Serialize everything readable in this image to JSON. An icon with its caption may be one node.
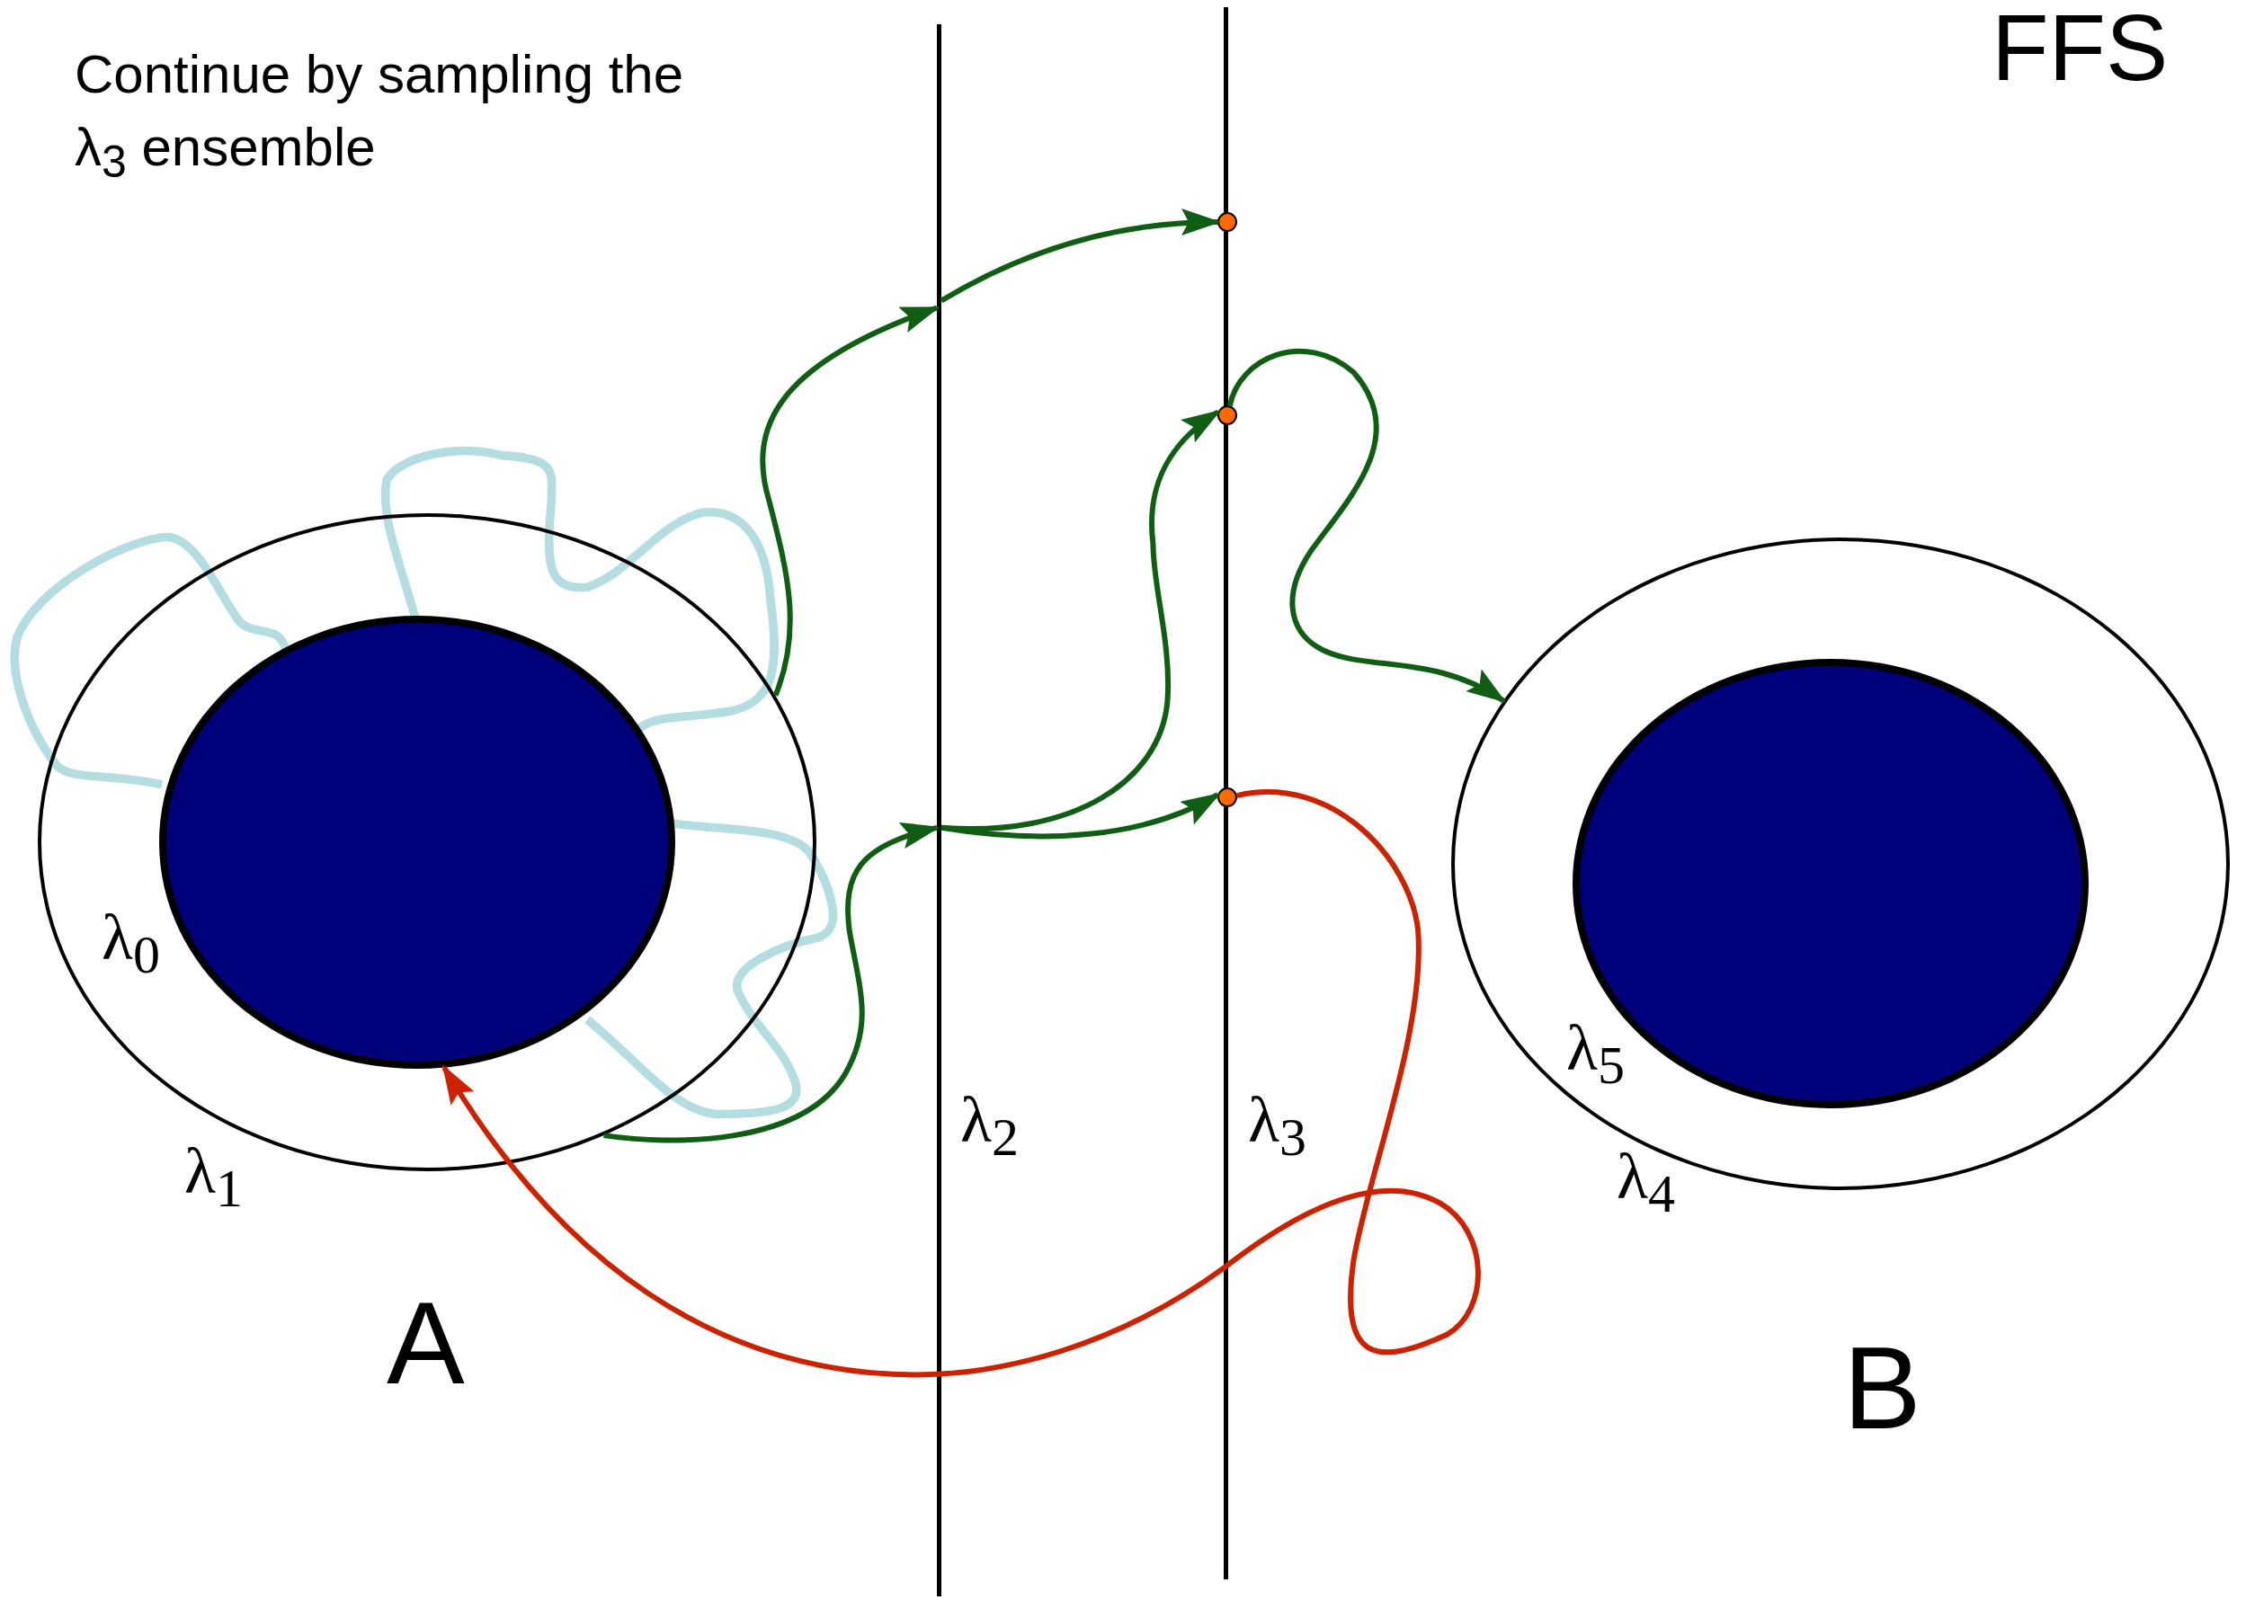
{
  "diagram": {
    "nodes": [
      {
        "text": [],
        "shape": "circle",
        "beside": [
          "λ$_{1}$"
        ]
      },
      {
        "text": [],
        "shape": "circle",
        "in": 0,
        "beside": [
          "λ$_{0}$"
        ]
      },
      {
        "text": [],
        "shape": "bar",
        "beside": [
          "λ$_{2}$"
        ]
      },
      {
        "text": [],
        "shape": "bar",
        "beside": [
          "λ$_{3}$"
        ]
      },
      {
        "text": [],
        "shape": "circle",
        "beside": [
          "λ$_{4}$"
        ]
      },
      {
        "text": [],
        "shape": "circle",
        "in": 4
      },
      {
        "text": [],
        "shape": "circle"
      },
      {
        "text": [],
        "shape": "circle"
      },
      {
        "text": [],
        "shape": "circle"
      }
    ],
    "edges": [
      {
        "from": 0,
        "to": 2,
        "arrow": "to"
      },
      {
        "from": 2,
        "to": 6,
        "arrow": "to"
      },
      {
        "from": 0,
        "to": 2,
        "arrow": "to"
      },
      {
        "from": 2,
        "to": 7,
        "arrow": "to"
      },
      {
        "from": 2,
        "to": 8,
        "arrow": "to"
      },
      {
        "from": 7,
        "to": 4,
        "arrow": "to"
      },
      {
        "from": 8,
        "to": 1,
        "arrow": "to",
        "color": "#cc2200"
      }
    ],
    "labels": [
      "Continue by sampling the λ$_{3}$ ensemble",
      "FFS",
      "A",
      "λ$_{5}$",
      "B"
    ]
  }
}
